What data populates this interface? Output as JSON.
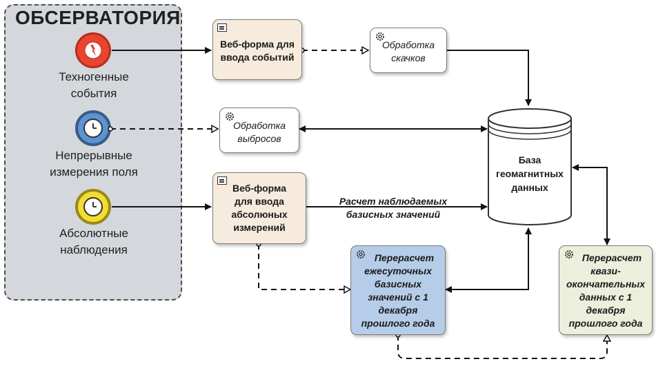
{
  "observatory": {
    "title": "ОБСЕРВАТОРИЯ",
    "events": [
      {
        "label_line1": "Техногенные",
        "label_line2": "события",
        "icon": "lightning-icon",
        "color": "#e8442f"
      },
      {
        "label_line1": "Непрерывные",
        "label_line2": "измерения поля",
        "icon": "clock-icon",
        "color": "#5b94d2"
      },
      {
        "label_line1": "Абсолютные",
        "label_line2": "наблюдения",
        "icon": "clock-icon",
        "color": "#f3dd32"
      }
    ]
  },
  "nodes": {
    "webform_events": {
      "line1": "Веб-форма для",
      "line2": "ввода событий",
      "icon": "document-icon"
    },
    "jump_processing": {
      "line1": "Обработка",
      "line2": "скачков",
      "icon": "gear-icon"
    },
    "outlier_processing": {
      "line1": "Обработка",
      "line2": "выбросов",
      "icon": "gear-icon"
    },
    "webform_absolute": {
      "line1": "Веб-форма",
      "line2": "для ввода",
      "line3": "абсолюных",
      "line4": "измерений",
      "icon": "document-icon"
    },
    "daily_recalc": {
      "line1": "Перерасчет",
      "line2": "ежесуточных",
      "line3": "базисных",
      "line4": "значений с 1",
      "line5": "декабря",
      "line6": "прошлого года",
      "icon": "gear-icon"
    },
    "quasi_recalc": {
      "line1": "Перерасчет",
      "line2": "квази-",
      "line3": "окончательных",
      "line4": "данных с 1",
      "line5": "декабря",
      "line6": "прошлого года",
      "icon": "gear-icon"
    }
  },
  "database": {
    "line1": "База",
    "line2": "геомагнитных",
    "line3": "данных"
  },
  "flow_label": {
    "line1": "Расчет наблюдаемых",
    "line2": "базисных значений"
  },
  "colors": {
    "panel": "#d4d7dc",
    "form_box": "#f6ebdd",
    "blue_box": "#b5cde8",
    "green_box": "#ebefdb",
    "event_red": "#e8442f",
    "event_blue": "#5b94d2",
    "event_yellow": "#f3dd32"
  }
}
